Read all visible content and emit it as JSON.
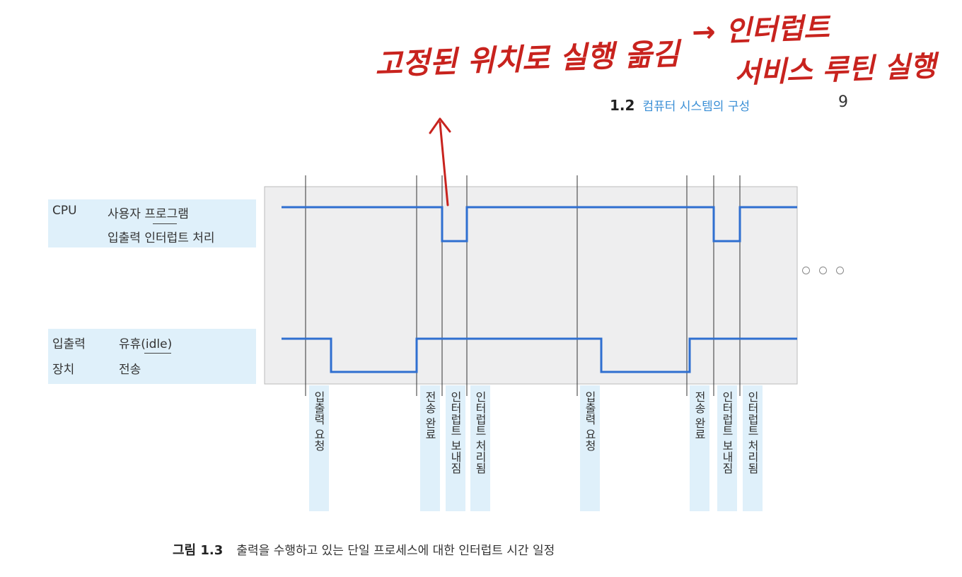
{
  "annotations": {
    "fixed_location": "고정된 위치로 실행 옮김",
    "arrow_text": "→ 인터럽트",
    "service_routine": "서비스 루틴 실행"
  },
  "header": {
    "section_num": "1.2",
    "section_title": "컴퓨터 시스템의 구성",
    "page_num": "9"
  },
  "cpu": {
    "name": "CPU",
    "state_high": "사용자 프로그램",
    "state_low": "입출력 인터럽트 처리"
  },
  "io": {
    "name_line1": "입출력",
    "name_line2": "장치",
    "state_high": "유휴(idle)",
    "state_low": "전송"
  },
  "events": [
    {
      "label": "입출력 요청"
    },
    {
      "label": "전송 완료"
    },
    {
      "label": "인터럽트 보내짐"
    },
    {
      "label": "인터럽트 처리됨"
    },
    {
      "label": "입출력 요청"
    },
    {
      "label": "전송 완료"
    },
    {
      "label": "인터럽트 보내짐"
    },
    {
      "label": "인터럽트 처리됨"
    }
  ],
  "continuation": "○○○",
  "caption": {
    "num": "그림 1.3",
    "text": "출력을 수행하고 있는 단일 프로세스에 대한 인터럽트 시간 일정"
  },
  "colors": {
    "signal": "#2f6fd0",
    "annotation": "#c8231e",
    "band": "#dff0fa",
    "panel": "#eeeeef"
  }
}
